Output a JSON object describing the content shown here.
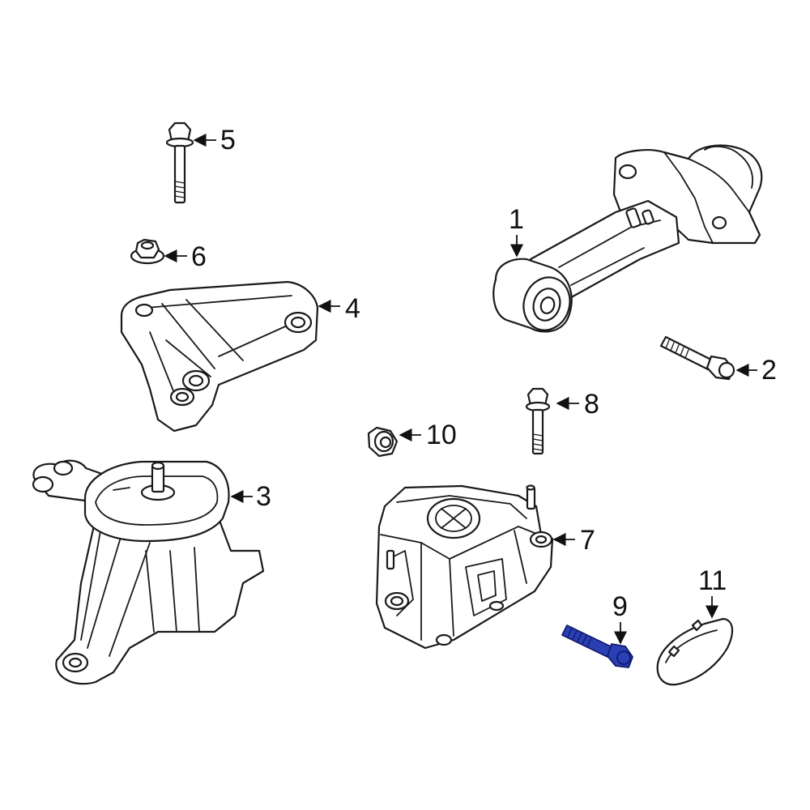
{
  "callouts": [
    {
      "id": "1",
      "label": "1"
    },
    {
      "id": "2",
      "label": "2"
    },
    {
      "id": "3",
      "label": "3"
    },
    {
      "id": "4",
      "label": "4"
    },
    {
      "id": "5",
      "label": "5"
    },
    {
      "id": "6",
      "label": "6"
    },
    {
      "id": "7",
      "label": "7"
    },
    {
      "id": "8",
      "label": "8"
    },
    {
      "id": "9",
      "label": "9"
    },
    {
      "id": "10",
      "label": "10"
    },
    {
      "id": "11",
      "label": "11"
    }
  ],
  "colors": {
    "highlight": "#2b3fb5",
    "line": "#1a1a1a",
    "background": "#ffffff"
  },
  "highlighted_part": "9"
}
